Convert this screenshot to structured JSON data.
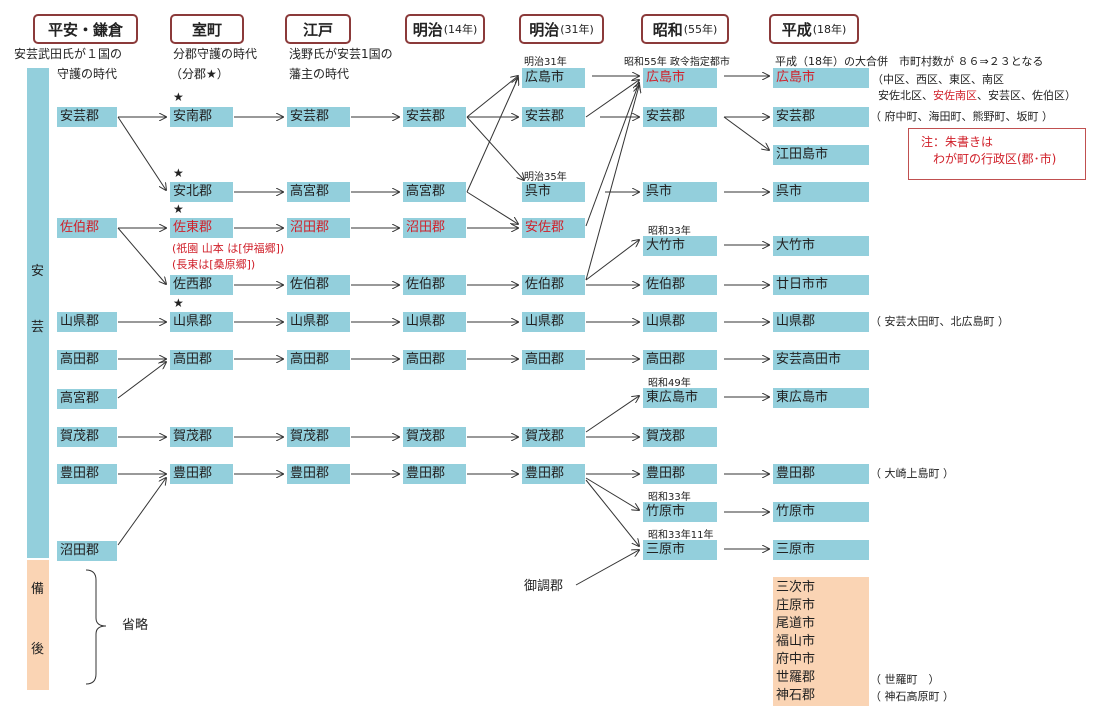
{
  "headers": {
    "heian": "平安・鎌倉",
    "muromachi": "室町",
    "edo": "江戸",
    "meiji14": "明治",
    "meiji14_sub": "(14年)",
    "meiji31": "明治",
    "meiji31_sub": "(31年)",
    "showa": "昭和",
    "showa_sub": "(55年)",
    "heisei": "平成",
    "heisei_sub": "(18年)"
  },
  "captions": {
    "heian_1": "安芸武田氏が１国の",
    "heian_2": "守護の時代",
    "muro_1": "分郡守護の時代",
    "muro_2": "（分郡★）",
    "edo_1": "浅野氏が安芸1国の",
    "edo_2": "藩主の時代",
    "meiji31_top": "明治31年",
    "showa_top": "昭和55年 政令指定都市",
    "heisei_top": "平成（18年）の大合併　市町村数が ８６⇒２３となる"
  },
  "regions": {
    "aki_1": "安",
    "aki_2": "芸",
    "bingo_1": "備",
    "bingo_2": "後",
    "omit": "省略"
  },
  "col1": {
    "aki": "安芸郡",
    "saeki": "佐伯郡",
    "yamagata": "山県郡",
    "takata": "高田郡",
    "takamiya": "高宮郡",
    "kamo": "賀茂郡",
    "toyota": "豊田郡",
    "numata": "沼田郡"
  },
  "col2": {
    "anan": "安南郡",
    "ahoku": "安北郡",
    "sato": "佐東郡",
    "sato_note_1": "(祇園 山本 は[伊福郷])",
    "sato_note_2": "(長束は[桑原郷])",
    "saisai": "佐西郡",
    "yamagata": "山県郡",
    "takata": "高田郡",
    "kamo": "賀茂郡",
    "toyota": "豊田郡"
  },
  "col3": {
    "aki": "安芸郡",
    "takamiya": "高宮郡",
    "numata": "沼田郡",
    "saeki": "佐伯郡",
    "yamagata": "山県郡",
    "takata": "高田郡",
    "kamo": "賀茂郡",
    "toyota": "豊田郡"
  },
  "col4": {
    "aki": "安芸郡",
    "takamiya": "高宮郡",
    "numata": "沼田郡",
    "saeki": "佐伯郡",
    "yamagata": "山県郡",
    "takata": "高田郡",
    "kamo": "賀茂郡",
    "toyota": "豊田郡"
  },
  "col5": {
    "hiroshima": "広島市",
    "aki": "安芸郡",
    "kure_label": "明治35年",
    "kure": "呉市",
    "asa": "安佐郡",
    "saeki": "佐伯郡",
    "yamagata": "山県郡",
    "takata": "高田郡",
    "kamo": "賀茂郡",
    "toyota": "豊田郡",
    "mitsugi": "御調郡"
  },
  "col6": {
    "hiroshima": "広島市",
    "aki": "安芸郡",
    "kure": "呉市",
    "otake_label": "昭和33年",
    "otake": "大竹市",
    "saeki": "佐伯郡",
    "yamagata": "山県郡",
    "takata": "高田郡",
    "higashi_label": "昭和49年",
    "higashi": "東広島市",
    "kamo": "賀茂郡",
    "toyota": "豊田郡",
    "takehara_label": "昭和33年",
    "takehara": "竹原市",
    "mihara_label": "昭和33年11年",
    "mihara": "三原市"
  },
  "col7": {
    "hiroshima": "広島市",
    "hiroshima_wards_1": "（中区、西区、東区、南区",
    "hiroshima_wards_2a": "安佐北区、",
    "hiroshima_wards_2b": "安佐南区",
    "hiroshima_wards_2c": "、安芸区、佐伯区）",
    "aki": "安芸郡",
    "aki_note": "（ 府中町、海田町、熊野町、坂町 ）",
    "etajima": "江田島市",
    "kure": "呉市",
    "otake": "大竹市",
    "hatsukaichi": "廿日市市",
    "yamagata": "山県郡",
    "yamagata_note": "（ 安芸太田町、北広島町 ）",
    "akitakata": "安芸高田市",
    "higashi": "東広島市",
    "toyota": "豊田郡",
    "toyota_note": "（ 大崎上島町 ）",
    "takehara": "竹原市",
    "mihara": "三原市",
    "bingo_1": "三次市",
    "bingo_2": "庄原市",
    "bingo_3": "尾道市",
    "bingo_4": "福山市",
    "bingo_5": "府中市",
    "bingo_6": "世羅郡",
    "bingo_7": "神石郡",
    "sera_note": "（ 世羅町　）",
    "jinseki_note": "（ 神石高原町 ）"
  },
  "note": {
    "line1": "注：朱書きは",
    "line2": "わが町の行政区(郡･市)"
  },
  "colors": {
    "box": "#93cfdc",
    "peach": "#fad4b4",
    "red": "#d0202a",
    "header_border": "#8b3a3a"
  }
}
